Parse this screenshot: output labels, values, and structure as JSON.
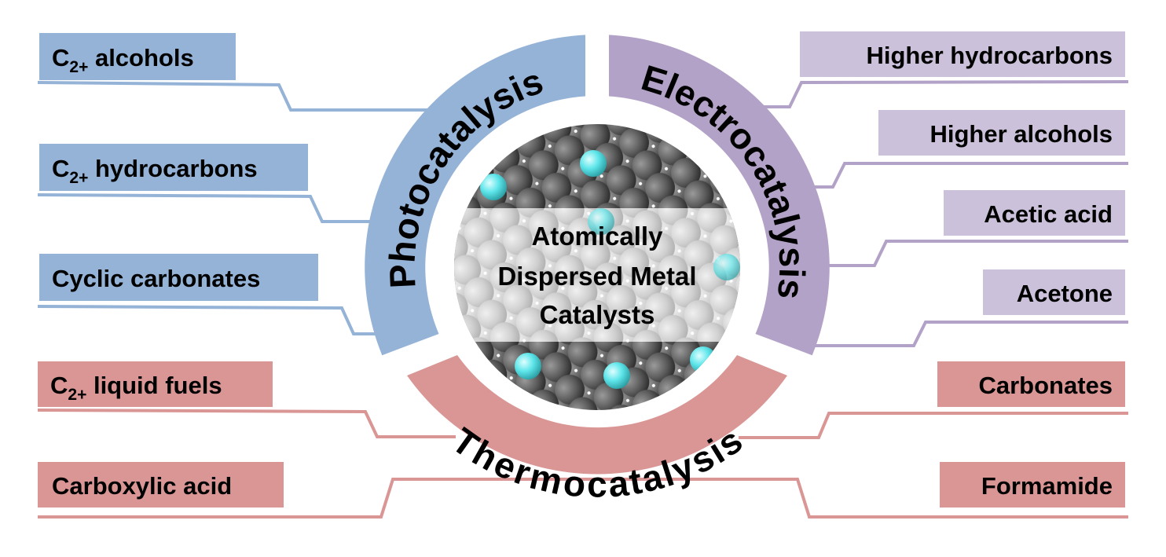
{
  "center": {
    "lines": [
      "Atomically",
      "Dispersed Metal",
      "Catalysts"
    ]
  },
  "arcs": {
    "photo": {
      "label": "Photocatalysis",
      "color": "#95b3d7"
    },
    "electro": {
      "label": "Electrocatalysis",
      "color": "#b3a2c7"
    },
    "thermo": {
      "label": "Thermocatalysis",
      "color": "#d99694"
    }
  },
  "photo_products": [
    {
      "main": "C",
      "sub": "2+",
      "rest": " alcohols"
    },
    {
      "main": "C",
      "sub": "2+",
      "rest": " hydrocarbons"
    },
    {
      "main": "Cyclic carbonates"
    }
  ],
  "thermo_left_products": [
    {
      "main": "C",
      "sub": "2+",
      "rest": " liquid fuels"
    },
    {
      "main": "Carboxylic acid"
    }
  ],
  "electro_products": [
    "Higher hydrocarbons",
    "Higher alcohols",
    "Acetic acid",
    "Acetone"
  ],
  "thermo_right_products": [
    "Carbonates",
    "Formamide"
  ],
  "colors": {
    "blue_box": "#95b3d7",
    "purple_box": "#ccc1da",
    "red_box": "#d99694",
    "cyan_atom": "#5ee6ea"
  }
}
